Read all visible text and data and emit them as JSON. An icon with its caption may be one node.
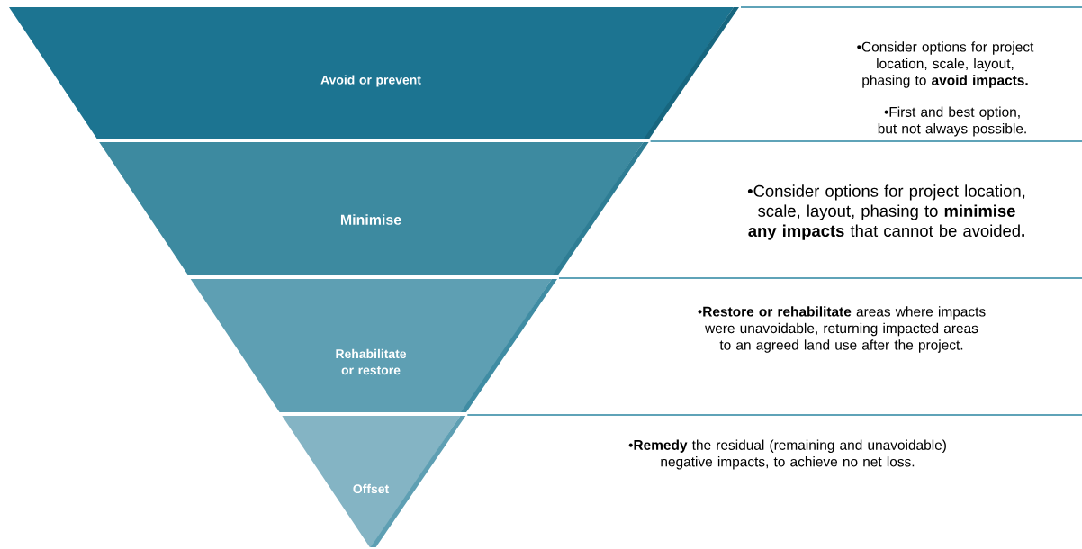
{
  "diagram": {
    "nodes": [
      {
        "text": [
          "Avoid or prevent"
        ]
      },
      {
        "text": [
          "Minimise"
        ]
      },
      {
        "text": [
          "Rehabilitate or restore"
        ]
      },
      {
        "text": [
          "Offset"
        ]
      }
    ],
    "labels": [
      "•Consider options for project location, scale, layout, phasing to **avoid impacts.**",
      "•First and best option, but not always possible.",
      "•Consider options for project location, scale, layout, phasing to **minimise any impacts** that cannot be avoided**.**",
      "•**Restore or rehabilitate** areas where impacts were unavoidable, returning impacted areas to an agreed land use after the project.",
      "•**Remedy** the residual (remaining and unavoidable) negative impacts, to achieve no net loss."
    ]
  }
}
